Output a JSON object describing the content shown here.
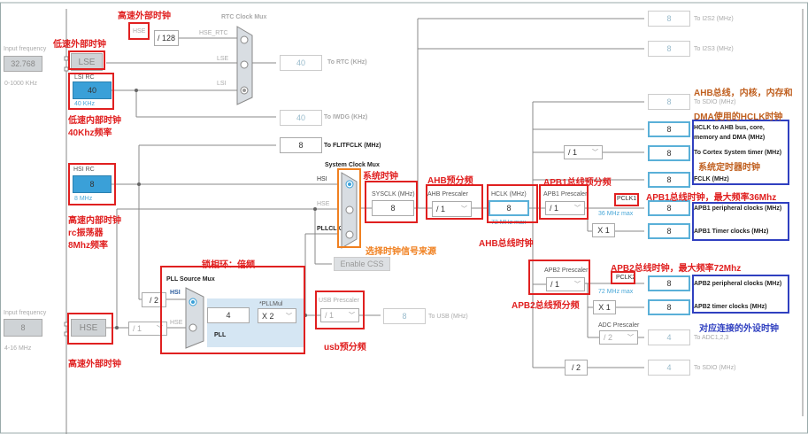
{
  "inputs": {
    "lse_freq_label": "Input frequency",
    "lse_freq": "32.768",
    "lse_range": "0-1000 KHz",
    "hse_freq_label": "Input frequency",
    "hse_freq": "8",
    "hse_range": "4-16 MHz"
  },
  "sources": {
    "lse": "LSE",
    "lsi_label": "LSI RC",
    "lsi_value": "40",
    "lsi_unit": "40 KHz",
    "hsi_label": "HSI RC",
    "hsi_value": "8",
    "hsi_unit": "8 MHz",
    "hse": "HSE",
    "hse_small": "HSE"
  },
  "rtc": {
    "mux_label": "RTC Clock Mux",
    "div128": "/ 128",
    "hse_rtc": "HSE_RTC",
    "lse": "LSE",
    "lsi": "LSI",
    "to_rtc_value": "40",
    "to_rtc_label": "To RTC (KHz)",
    "to_iwdg_value": "40",
    "to_iwdg_label": "To IWDG (KHz)",
    "flitf_value": "8",
    "flitf_label": "To FLITFCLK (MHz)"
  },
  "sysmux": {
    "label": "System Clock Mux",
    "hsi": "HSI",
    "hse": "HSE",
    "pllclk": "PLLCLK",
    "enable_css": "Enable CSS",
    "sysclk_label": "SYSCLK (MHz)",
    "sysclk_value": "8"
  },
  "ahb": {
    "label": "AHB Prescaler",
    "value": "/ 1",
    "hclk_label": "HCLK (MHz)",
    "hclk_value": "8",
    "hclk_max": "72 MHz max"
  },
  "apb1": {
    "label": "APB1 Prescaler",
    "value": "/ 1",
    "pclk": "PCLK1",
    "max": "36 MHz max",
    "timer_mul": "X 1"
  },
  "apb2": {
    "label": "APB2 Prescaler",
    "value": "/ 1",
    "pclk": "PCLK2",
    "max": "72 MHz max",
    "timer_mul": "X 1",
    "adc_label": "ADC Prescaler",
    "adc_value": "/ 2",
    "sdio_div": "/ 2"
  },
  "cortex_div": "/ 1",
  "pll": {
    "mux_label": "PLL Source Mux",
    "hsi": "HSI",
    "hse": "HSE",
    "div2": "/ 2",
    "hse_div": "/ 1",
    "value": "4",
    "mul_label": "*PLLMul",
    "mul_value": "X 2",
    "label": "PLL"
  },
  "usb": {
    "label": "USB Prescaler",
    "value": "/ 1",
    "out_value": "8",
    "out_label": "To USB (MHz)"
  },
  "outputs": [
    {
      "value": "8",
      "label": "To I2S2 (MHz)"
    },
    {
      "value": "8",
      "label": "To I2S3 (MHz)"
    },
    {
      "value": "8",
      "label": "To SDIO (MHz)"
    },
    {
      "value": "8",
      "label": "HCLK to AHB bus, core, memory and DMA (MHz)"
    },
    {
      "value": "8",
      "label": "To Cortex System timer (MHz)"
    },
    {
      "value": "8",
      "label": "FCLK (MHz)"
    },
    {
      "value": "8",
      "label": "APB1 peripheral clocks (MHz)"
    },
    {
      "value": "8",
      "label": "APB1 Timer clocks (MHz)"
    },
    {
      "value": "8",
      "label": "APB2 peripheral clocks (MHz)"
    },
    {
      "value": "8",
      "label": "APB2 timer clocks (MHz)"
    },
    {
      "value": "4",
      "label": "To ADC1,2,3"
    },
    {
      "value": "4",
      "label": "To SDIO (MHz)"
    }
  ],
  "annotations": {
    "hse_top": "高速外部时钟",
    "lse": "低速外部时钟",
    "lsi1": "低速内部时钟",
    "lsi2": "40Khz频率",
    "hsi1": "高速内部时钟",
    "hsi2": "rc振荡器",
    "hsi3": "8Mhz频率",
    "hse_bottom": "高速外部时钟",
    "pll": "锁相环：倍频",
    "usb": "usb预分频",
    "sysclk": "系统时钟",
    "select_src": "选择时钟信号来源",
    "ahb_pre": "AHB预分频",
    "ahb_bus": "AHB总线时钟",
    "apb1_pre": "APB1总线预分频",
    "apb1_bus": "APB1总线时钟，最大频率36Mhz",
    "apb2_bus": "APB2总线时钟，最大频率72Mhz",
    "apb2_pre": "APB2总线预分频",
    "hclk1": "AHB总线，内核，内存和",
    "hclk2": "DMA使用的HCLK时钟",
    "systick": "系统定时器时钟",
    "periph": "对应连接的外设时钟"
  },
  "colors": {
    "annotation_red": "#e02020",
    "annotation_orange": "#f08020",
    "annotation_blue": "#3040c0",
    "active_blue": "#3aa0d8"
  }
}
